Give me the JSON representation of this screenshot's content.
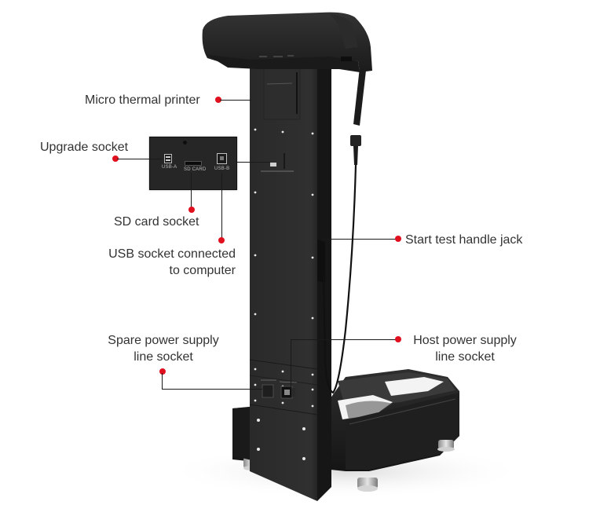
{
  "diagram": {
    "subject": "Body composition analyzer (rear view)",
    "accent_color": "#e0101e",
    "line_color": "#1a1a1a",
    "text_color": "#333333",
    "callouts": [
      {
        "id": "printer",
        "label": "Micro thermal printer"
      },
      {
        "id": "upgrade",
        "label": "Upgrade socket"
      },
      {
        "id": "sdcard",
        "label": "SD card socket"
      },
      {
        "id": "usb",
        "label_line1": "USB socket connected",
        "label_line2": "to computer"
      },
      {
        "id": "handle",
        "label": "Start test handle jack"
      },
      {
        "id": "spare",
        "label_line1": "Spare power supply",
        "label_line2": "line socket"
      },
      {
        "id": "host",
        "label_line1": "Host power supply",
        "label_line2": "line socket"
      }
    ],
    "inset_panel": {
      "ports": [
        {
          "name": "USB-A",
          "label": "USB-A"
        },
        {
          "name": "SD card",
          "label": "SD CARD"
        },
        {
          "name": "USB-B",
          "label": "USB-B"
        }
      ]
    }
  }
}
